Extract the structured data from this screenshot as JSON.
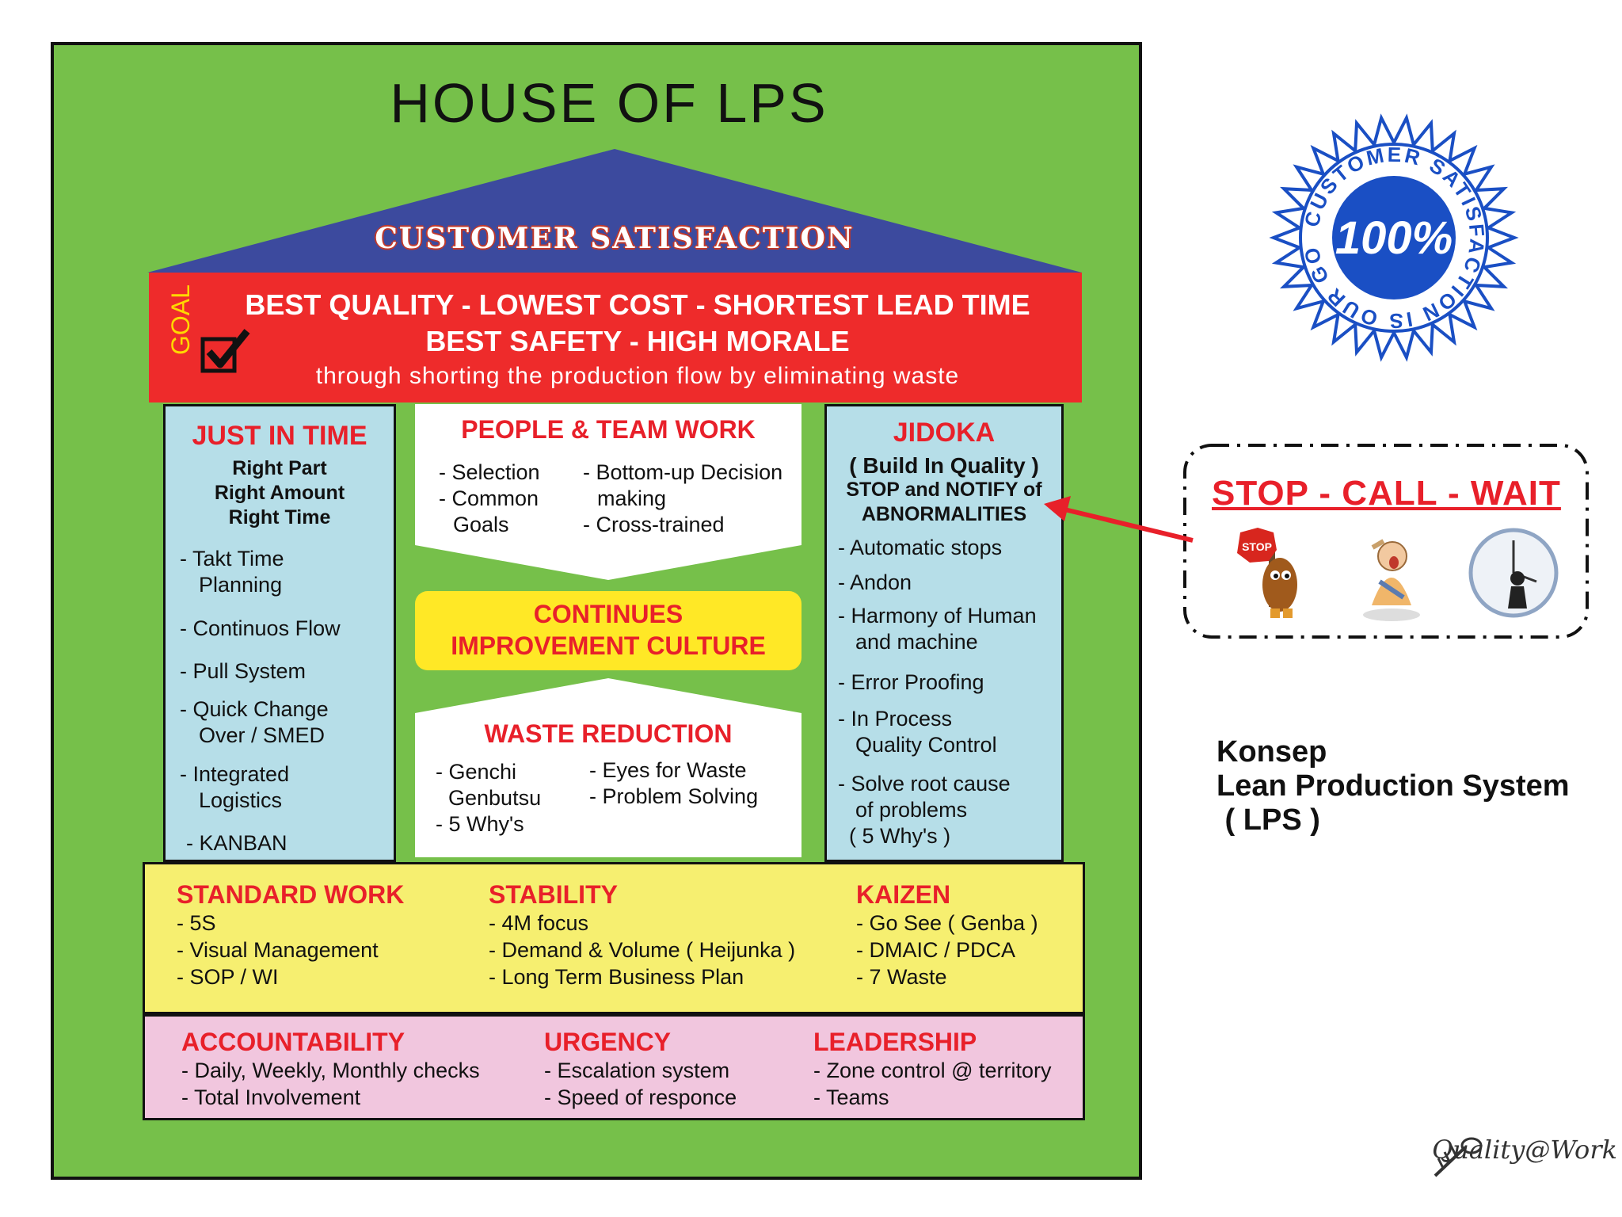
{
  "title": "HOUSE  OF  LPS",
  "roof": {
    "label": "CUSTOMER  SATISFACTION",
    "color": "#3c4a9e"
  },
  "goal": {
    "word": "GOAL",
    "line1": "BEST  QUALITY - LOWEST COST - SHORTEST LEAD TIME",
    "line2": "BEST SAFETY - HIGH MORALE",
    "line3": "through shorting the production flow by eliminating waste",
    "color": "#ee2b2b"
  },
  "jit": {
    "title": "JUST IN TIME",
    "sub": [
      "Right Part",
      "Right Amount",
      "Right Time"
    ],
    "items": [
      "- Takt Time",
      "  Planning",
      "- Continuos Flow",
      "- Pull System",
      "- Quick Change",
      "  Over / SMED",
      "- Integrated",
      "  Logistics",
      "- KANBAN"
    ]
  },
  "people": {
    "title": "PEOPLE & TEAM WORK",
    "left": [
      "- Selection",
      "- Common",
      "  Goals"
    ],
    "right": [
      "- Bottom-up Decision",
      "  making",
      "- Cross-trained"
    ]
  },
  "ciu": {
    "line1": "CONTINUES",
    "line2": "IMPROVEMENT  CULTURE"
  },
  "waste": {
    "title": "WASTE  REDUCTION",
    "left": [
      "- Genchi",
      "  Genbutsu",
      "- 5 Why's"
    ],
    "right": [
      "- Eyes for Waste",
      "- Problem  Solving"
    ]
  },
  "jidoka": {
    "title": "JIDOKA",
    "sub": [
      "( Build In Quality )",
      "STOP and NOTIFY of",
      "ABNORMALITIES"
    ],
    "items": [
      "- Automatic stops",
      "- Andon",
      "- Harmony of Human",
      "  and machine",
      "- Error Proofing",
      "- In Process",
      "  Quality Control",
      "- Solve root cause",
      "  of problems",
      "  ( 5 Why's )"
    ]
  },
  "foundation_top": [
    {
      "title": "STANDARD  WORK",
      "items": [
        "- 5S",
        "- Visual Management",
        "- SOP / WI"
      ]
    },
    {
      "title": "STABILITY",
      "items": [
        "- 4M focus",
        "- Demand & Volume ( Heijunka )",
        "- Long Term Business Plan"
      ]
    },
    {
      "title": "KAIZEN",
      "items": [
        "- Go See ( Genba )",
        "- DMAIC / PDCA",
        "- 7 Waste"
      ]
    }
  ],
  "foundation_bottom": [
    {
      "title": "ACCOUNTABILITY",
      "items": [
        "- Daily, Weekly, Monthly checks",
        "- Total Involvement"
      ]
    },
    {
      "title": "URGENCY",
      "items": [
        "- Escalation system",
        "- Speed of responce"
      ]
    },
    {
      "title": "LEADERSHIP",
      "items": [
        "- Zone control @ territory",
        "- Teams"
      ]
    }
  ],
  "seal": {
    "ring_text": "CUSTOMER SATISFACTION IS OUR GOAL",
    "center": "100%",
    "color": "#1a4fc4"
  },
  "stop_call_wait": "STOP - CALL - WAIT",
  "stop_sign_text": "STOP",
  "konsep": [
    "Konsep",
    "Lean Production System",
    " ( LPS )"
  ],
  "watermark": "Quality@Work"
}
